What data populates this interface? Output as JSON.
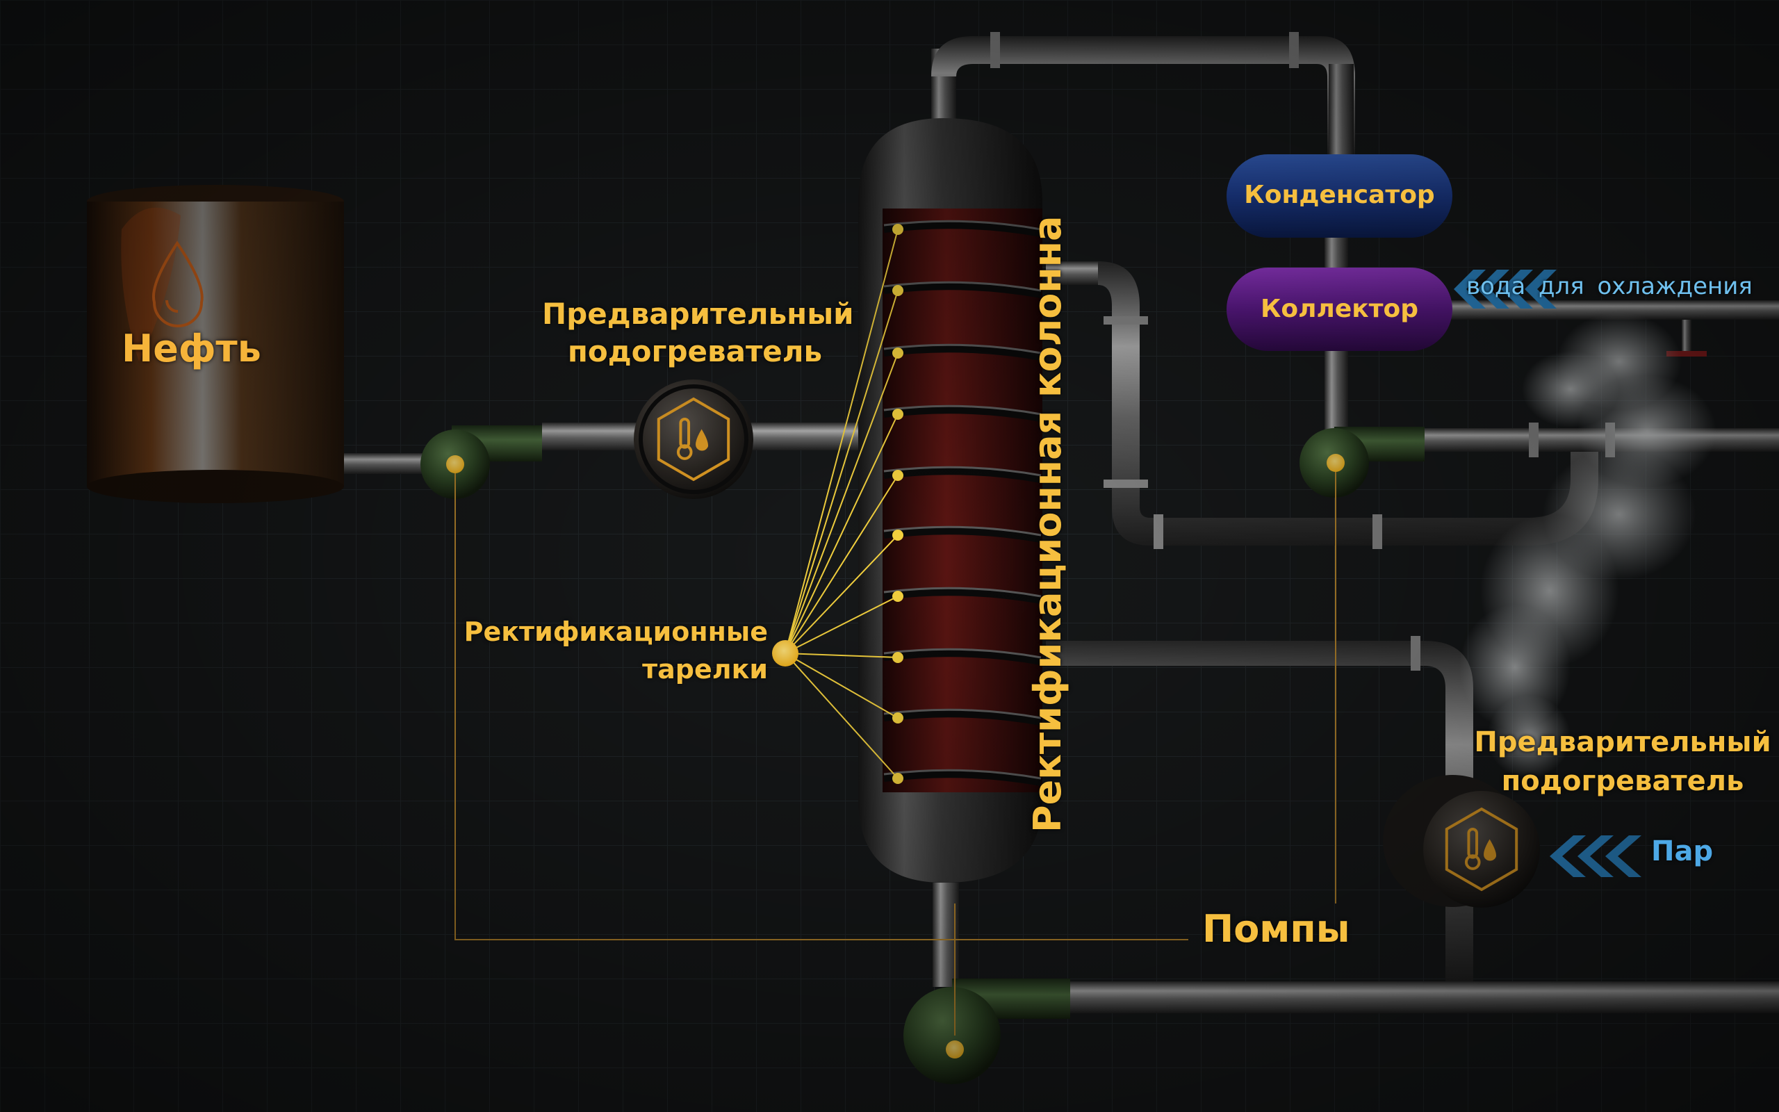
{
  "labels": {
    "oil": "Нефть",
    "preheater_top": [
      "Предварительный",
      "подогреватель"
    ],
    "preheater_right": [
      "Предварительный",
      "подогреватель"
    ],
    "column": "Ректификационная колонна",
    "trays": [
      "Ректификационные",
      "тарелки"
    ],
    "condenser": "Конденсатор",
    "collector": "Коллектор",
    "cooling_water": "вода для охлаждения",
    "steam": "Пар",
    "pumps": "Помпы"
  },
  "icons": {
    "oil_tank": "oil-drop-icon",
    "heater": "thermometer-drop-icon",
    "cooling_arrows": "chevron-left-icon",
    "steam_arrows": "chevron-left-icon"
  },
  "colors": {
    "background": "#161819",
    "grid": "#23282a",
    "label_gold": "#f6bf3f",
    "leader_line": "#f6d33f",
    "condenser": "#1e3f96",
    "collector": "#5e1a8c",
    "pump": "#2f4a27",
    "flow_blue": "#2e8fd4"
  }
}
